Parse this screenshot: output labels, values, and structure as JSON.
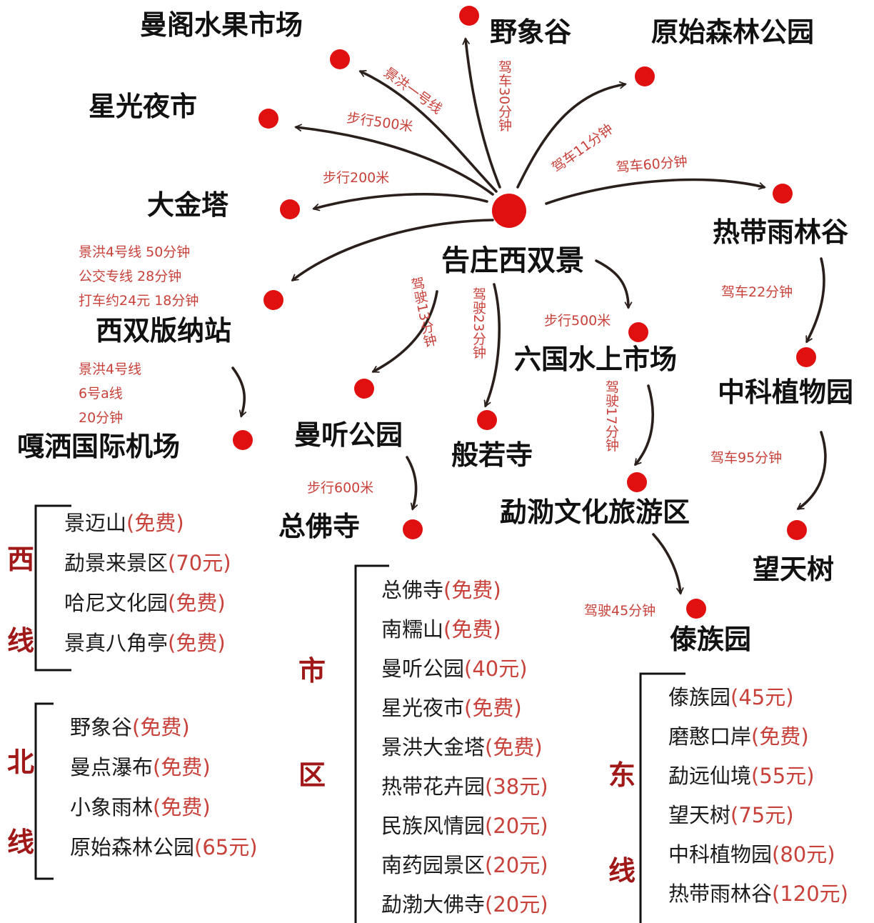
{
  "hub": "告庄西双景",
  "places": {
    "mange_fruit_market": "曼阁水果市场",
    "wild_elephant_valley": "野象谷",
    "primeval_forest_park": "原始森林公园",
    "starlight_night_market": "星光夜市",
    "big_golden_pagoda": "大金塔",
    "tropical_rainforest_valley": "热带雨林谷",
    "xishuangbanna_station": "西双版纳站",
    "six_nations_water_market": "六国水上市场",
    "botanical_garden": "中科植物园",
    "gasa_airport": "嘎洒国际机场",
    "manting_park": "曼听公园",
    "bore_temple": "般若寺",
    "menghai_tourism_zone": "勐泐文化旅游区",
    "zongfo_temple": "总佛寺",
    "wangtian_tree": "望天树",
    "dai_garden": "傣族园"
  },
  "routes": {
    "to_fruit_market": "景洪一号线",
    "to_wild_elephant": "驾车30分钟",
    "to_night_market": "步行500米",
    "to_forest_park": "驾车11分钟",
    "to_rainforest": "驾车60分钟",
    "to_golden_pagoda": "步行200米",
    "to_station": [
      "景洪4号线  50分钟",
      "公交专线    28分钟",
      "打车约24元      18分钟"
    ],
    "to_manting_park": "驾驶13分钟",
    "to_bore_temple": "驾驶23分钟",
    "to_six_nations": "步行500米",
    "rainforest_to_botanical": "驾车22分钟",
    "station_to_airport": [
      "景洪4号线",
      "6号a线",
      "20分钟"
    ],
    "six_nations_to_menghai": "驾驶17分钟",
    "botanical_to_wangtian": "驾车95分钟",
    "manting_to_zongfo": "步行600米",
    "menghai_to_dai": "驾驶45分钟"
  },
  "lines": {
    "west": {
      "label": [
        "西",
        "线"
      ],
      "items": [
        {
          "name": "景迈山",
          "price": "(免费)"
        },
        {
          "name": "勐景来景区",
          "price": "(70元)"
        },
        {
          "name": "哈尼文化园",
          "price": "(免费)"
        },
        {
          "name": "景真八角亭",
          "price": "(免费)"
        }
      ]
    },
    "north": {
      "label": [
        "北",
        "线"
      ],
      "items": [
        {
          "name": "野象谷",
          "price": "(免费)"
        },
        {
          "name": "曼点瀑布",
          "price": "(免费)"
        },
        {
          "name": "小象雨林",
          "price": "(免费)"
        },
        {
          "name": "原始森林公园",
          "price": "(65元)"
        }
      ]
    },
    "city": {
      "label": [
        "市",
        "区"
      ],
      "items": [
        {
          "name": "总佛寺",
          "price": "(免费)"
        },
        {
          "name": "南糯山",
          "price": "(免费)"
        },
        {
          "name": "曼听公园",
          "price": "(40元)"
        },
        {
          "name": "星光夜市",
          "price": "(免费)"
        },
        {
          "name": "景洪大金塔",
          "price": "(免费)"
        },
        {
          "name": "热带花卉园",
          "price": "(38元)"
        },
        {
          "name": "民族风情园",
          "price": "(20元)"
        },
        {
          "name": "南药园景区",
          "price": "(20元)"
        },
        {
          "name": "勐渤大佛寺",
          "price": "(20元)"
        }
      ]
    },
    "east": {
      "label": [
        "东",
        "线"
      ],
      "items": [
        {
          "name": "傣族园",
          "price": "(45元)"
        },
        {
          "name": "磨憨口岸",
          "price": "(免费)"
        },
        {
          "name": "勐远仙境",
          "price": "(55元)"
        },
        {
          "name": "望天树",
          "price": "(75元)"
        },
        {
          "name": "中科植物园",
          "price": "(80元)"
        },
        {
          "name": "热带雨林谷",
          "price": "(120元)"
        }
      ]
    }
  },
  "colors": {
    "dot": "#e01010",
    "route_text": "#c8413a",
    "group_label": "#a01818",
    "arrow": "#2a1f1a"
  }
}
